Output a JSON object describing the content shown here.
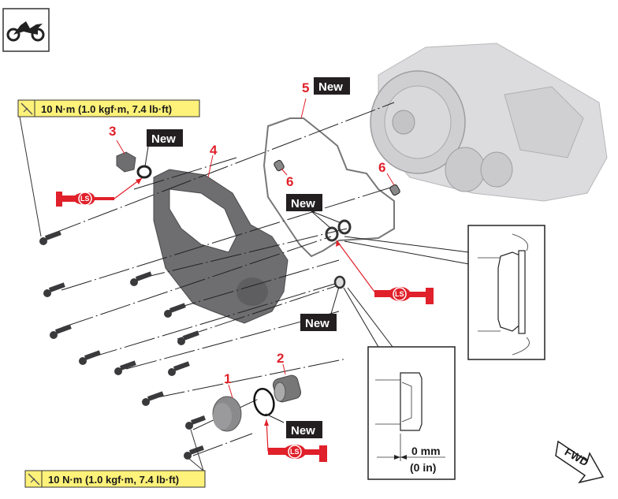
{
  "diagram": {
    "title_icon": "motorcycle-offroad-icon",
    "torque_specs": [
      {
        "id": "top",
        "icon": "torque-wrench-icon",
        "text": "10 N·m (1.0 kgf·m, 7.4 lb·ft)"
      },
      {
        "id": "bottom",
        "icon": "torque-wrench-icon",
        "text": "10 N·m (1.0 kgf·m, 7.4 lb·ft)"
      }
    ],
    "callouts": [
      {
        "number": "1",
        "part": "oil-filter-cover"
      },
      {
        "number": "2",
        "part": "oil-filter-element"
      },
      {
        "number": "3",
        "part": "oil-filler-plug"
      },
      {
        "number": "4",
        "part": "clutch-cover"
      },
      {
        "number": "5",
        "part": "clutch-cover-gasket"
      },
      {
        "number": "6",
        "part": "dowel-pin"
      },
      {
        "number": "6",
        "part": "dowel-pin"
      }
    ],
    "new_label": "New",
    "new_badges_count": 5,
    "lubricant": {
      "symbol": "LS",
      "label": "LS",
      "color": "#e0202a"
    },
    "detail_dimension": {
      "metric": "0 mm",
      "imperial": "(0 in)"
    },
    "direction_indicator": "FWD",
    "colors": {
      "torque_box": "#fff27a",
      "new_badge": "#231f20",
      "callout_red": "#e0202a",
      "part_gray": "#6e6e70",
      "engine_gray": "#d4d4d6"
    }
  }
}
